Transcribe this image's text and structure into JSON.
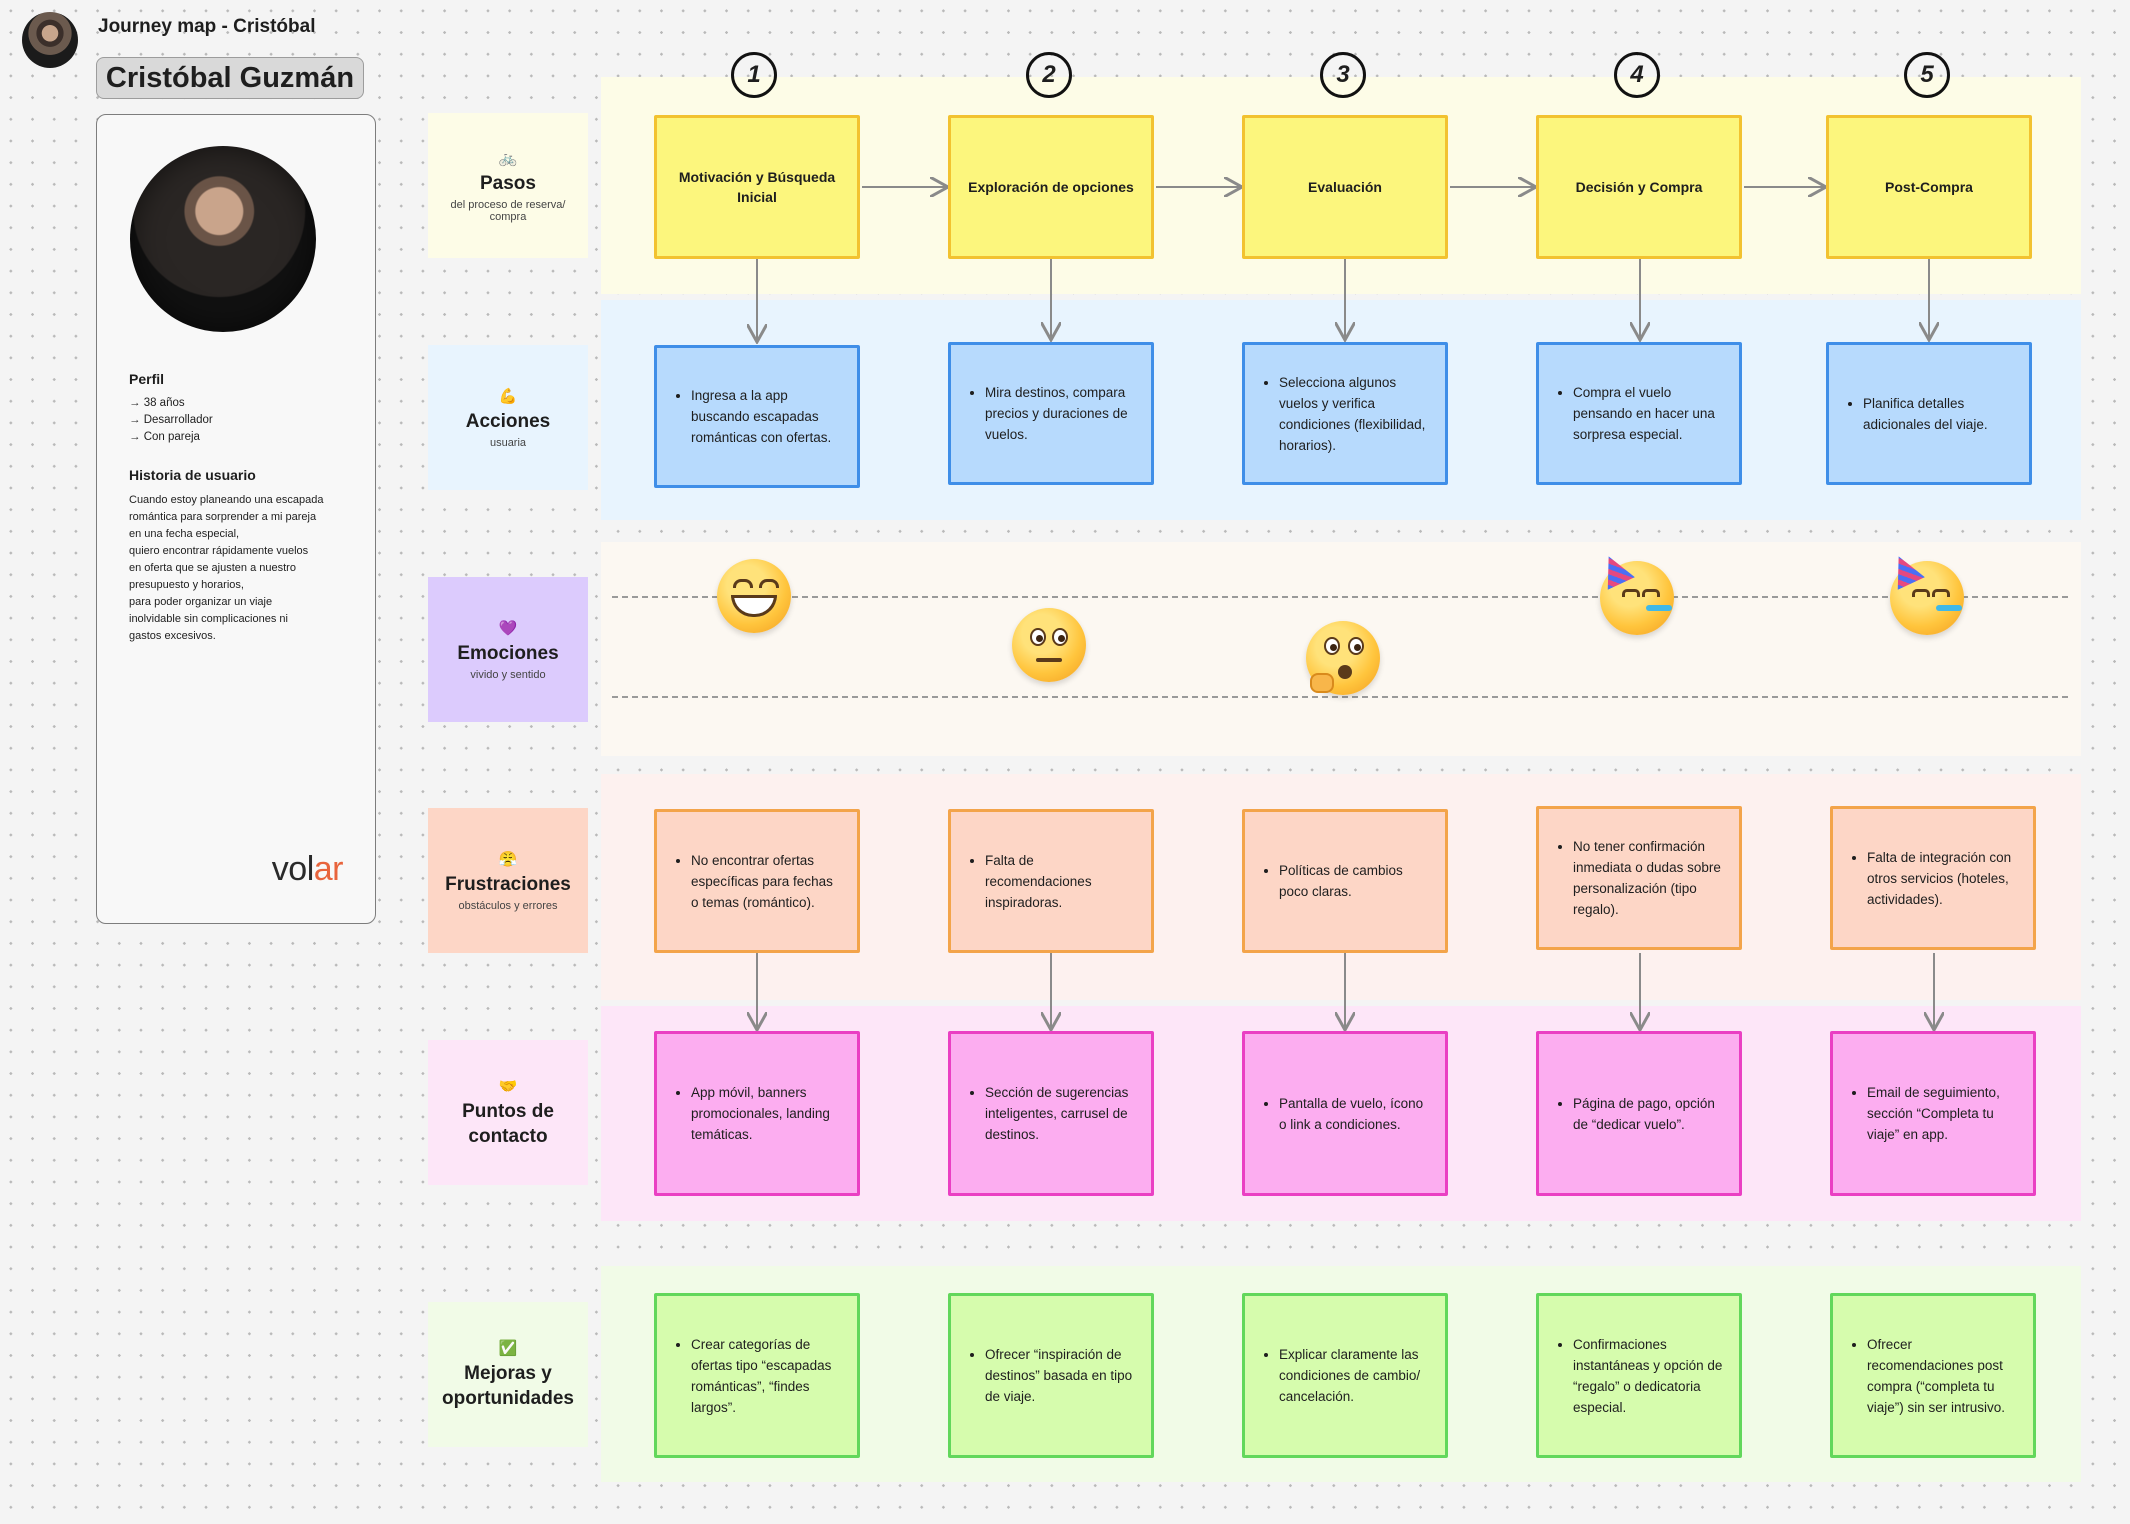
{
  "board": {
    "title": "Journey map - Cristóbal"
  },
  "persona": {
    "name": "Cristóbal Guzmán",
    "profile_title": "Perfil",
    "profile_items": [
      "→ 38 años",
      "→ Desarrollador",
      "→ Con pareja"
    ],
    "story_title": "Historia de usuario",
    "story_text": "Cuando estoy planeando una escapada\nromántica para sorprender a mi pareja\nen una fecha especial,\n quiero encontrar rápidamente vuelos\nen oferta que se ajusten a nuestro\npresupuesto y horarios,\n para poder organizar un viaje\ninolvidable sin complicaciones ni\ngastos excesivos.",
    "brand_main": "vol",
    "brand_accent": "ar"
  },
  "step_numbers": [
    "1",
    "2",
    "3",
    "4",
    "5"
  ],
  "rows": {
    "pasos": {
      "icon": "🚲",
      "title": "Pasos",
      "subtitle": "del proceso de reserva/ compra",
      "color": "#fdfce7"
    },
    "acciones": {
      "icon": "💪",
      "title": "Acciones",
      "subtitle": "usuaria",
      "color": "#e8f4fe"
    },
    "emociones": {
      "icon": "💜",
      "title": "Emociones",
      "subtitle": "vivido y sentido",
      "color": "#fcf8f2"
    },
    "frustraciones": {
      "icon": "😤",
      "title": "Frustraciones",
      "subtitle": "obstáculos y errores",
      "color": "#fdf1ef"
    },
    "puntos": {
      "icon": "🤝",
      "title": "Puntos de contacto",
      "subtitle": "",
      "color": "#fde6f8"
    },
    "mejoras": {
      "icon": "✅",
      "title": "Mejoras y oportunidades",
      "subtitle": "",
      "color": "#f1fbe7"
    }
  },
  "steps": [
    "Motivación y Búsqueda Inicial",
    "Exploración de opciones",
    "Evaluación",
    "Decisión y Compra",
    "Post-Compra"
  ],
  "acciones": [
    "Ingresa a la app buscando escapadas románticas con ofertas.",
    "Mira destinos, compara precios y duraciones de vuelos.",
    "Selecciona algunos vuelos y verifica condiciones (flexibilidad, horarios).",
    "Compra el vuelo pensando en hacer una sorpresa especial.",
    "Planifica detalles adicionales del viaje."
  ],
  "emotions": [
    "grinning-face-icon",
    "neutral-face-icon",
    "thinking-face-icon",
    "party-face-icon",
    "party-face-icon"
  ],
  "frustraciones": [
    "No encontrar ofertas específicas para fechas o temas (romántico).",
    "Falta de recomendaciones inspiradoras.",
    "Políticas de cambios poco claras.",
    "No tener confirmación inmediata o dudas sobre personalización (tipo regalo).",
    "Falta de integración con otros servicios (hoteles, actividades)."
  ],
  "puntos": [
    "App móvil, banners promocionales, landing temáticas.",
    "Sección de sugerencias inteligentes, carrusel de destinos.",
    "Pantalla de vuelo, ícono o link a condiciones.",
    "Página de pago, opción de “dedicar vuelo”.",
    "Email de seguimiento, sección “Completa tu viaje” en app."
  ],
  "mejoras": [
    "Crear categorías de ofertas tipo “escapadas románticas”, “findes largos”.",
    "Ofrecer “inspiración de destinos” basada en tipo de viaje.",
    "Explicar claramente las condiciones de cambio/ cancelación.",
    "Confirmaciones instantáneas y opción de “regalo” o dedicatoria especial.",
    "Ofrecer recomendaciones post compra (“completa tu viaje”) sin ser intrusivo."
  ],
  "colors": {
    "step_fill": "#fcf67d",
    "step_border": "#f2c230",
    "accion_fill": "#b7dafd",
    "accion_border": "#3f8ee8",
    "frus_fill": "#fdd6c6",
    "frus_border": "#f3a44a",
    "punto_fill": "#fcadf0",
    "punto_border": "#ea3fc3",
    "mejora_fill": "#d6fcad",
    "mejora_border": "#62d75b"
  }
}
